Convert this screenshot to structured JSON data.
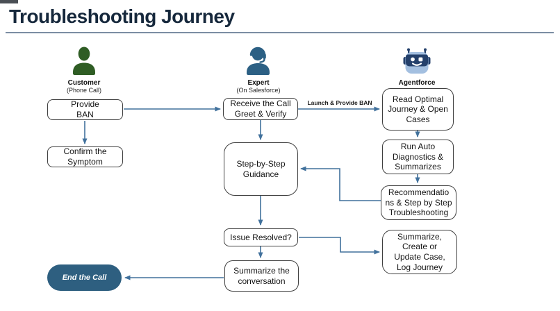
{
  "header": {
    "title": "Troubleshooting Journey"
  },
  "actors": [
    {
      "name": "Customer",
      "subtitle": "(Phone Call)",
      "icon": "customer-icon"
    },
    {
      "name": "Expert",
      "subtitle": "(On Salesforce)",
      "icon": "headset-person-icon"
    },
    {
      "name": "Agentforce",
      "subtitle": "",
      "icon": "robot-icon"
    }
  ],
  "nodes": {
    "provide_ban": "Provide\nBAN",
    "confirm_symptom": "Confirm the\nSymptom",
    "receive_call": "Receive the Call\nGreet & Verify",
    "step_guidance": "Step-by-Step\nGuidance",
    "issue_resolved": "Issue Resolved?",
    "summarize_conversation": "Summarize the\nconversation",
    "read_optimal": "Read Optimal\nJourney & Open\nCases",
    "run_auto": "Run Auto\nDiagnostics &\nSummarizes",
    "recommendations": "Recommendatio\nns & Step by Step\nTroubleshooting",
    "summarize_case": "Summarize,\nCreate or\nUpdate Case,\nLog Journey",
    "end_call": "End the Call"
  },
  "edges": {
    "launch_label": "Launch & Provide BAN"
  },
  "colors": {
    "title": "#16283c",
    "arrow": "#41719c",
    "box_border": "#3f3f3f",
    "end_call_fill": "#2e5f80",
    "customer_green": "#2f5d24",
    "expert_blue": "#2c6084",
    "robot_light": "#a3bfe0",
    "robot_dark": "#24406b"
  }
}
